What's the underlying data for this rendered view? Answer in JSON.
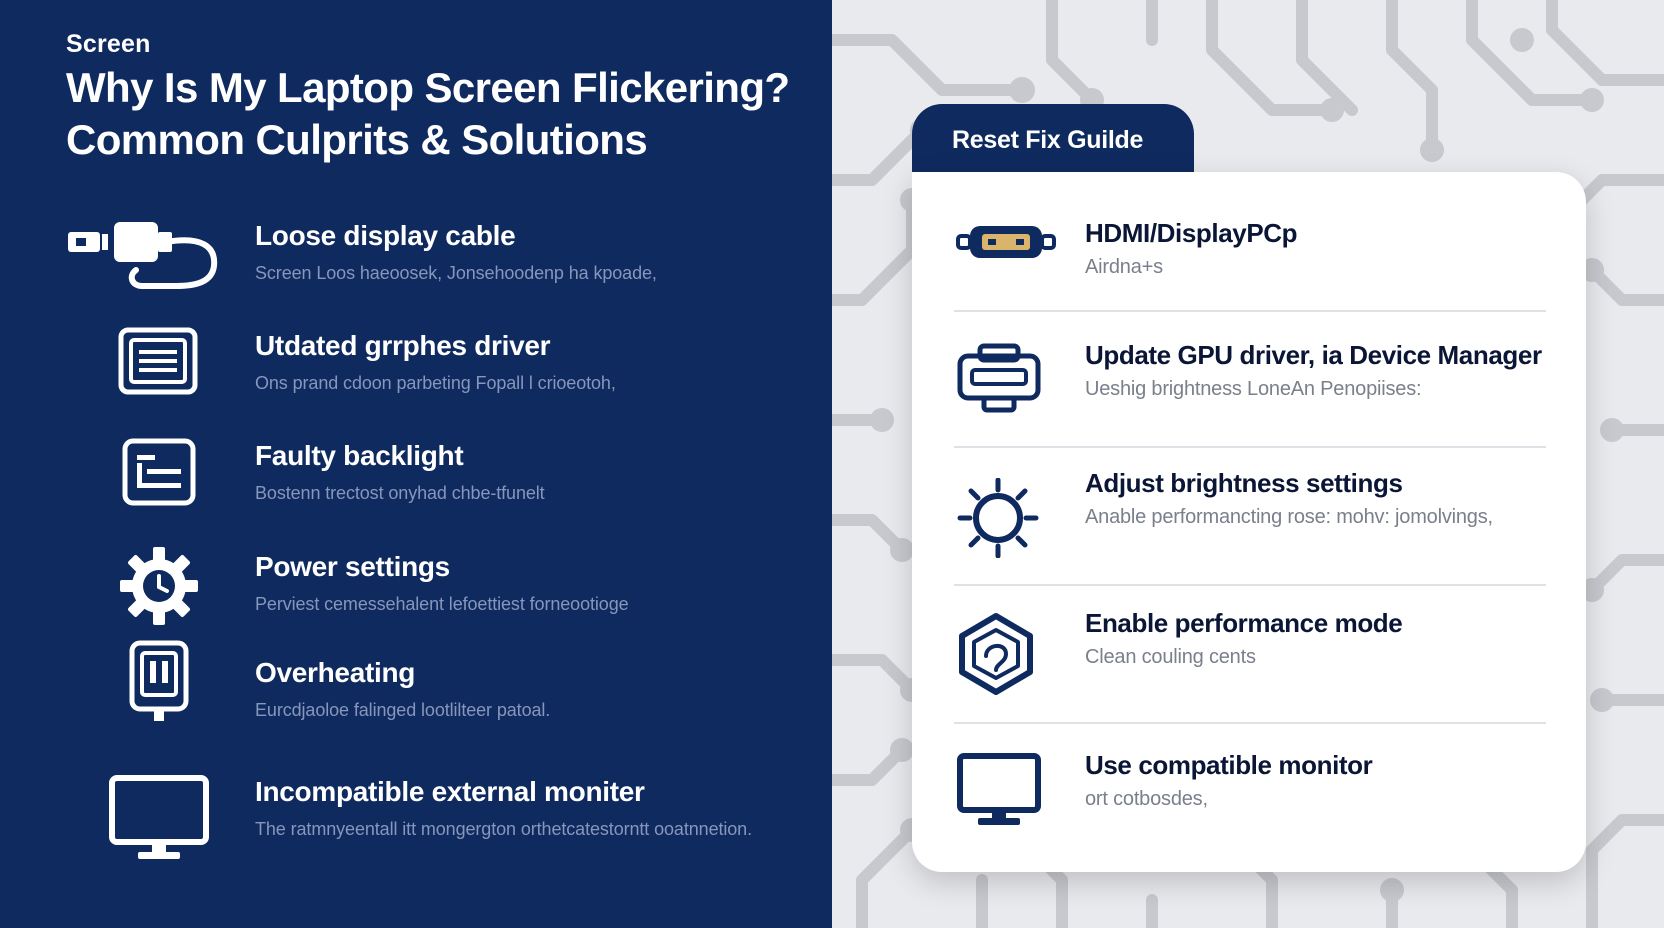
{
  "header": {
    "eyebrow": "Screen",
    "title_line1": "Why Is My Laptop Screen Flickering?",
    "title_line2": "Common Culprits & Solutions"
  },
  "culprits": [
    {
      "title": "Loose display cable",
      "desc": "Screen Loos haeoosek, Jonsehoodenp ha kpoade,",
      "icon": "cable-icon"
    },
    {
      "title": "Utdated grrphes driver",
      "desc": "Ons prand cdoon parbeting Fopall l crioeotoh,",
      "icon": "driver-icon"
    },
    {
      "title": "Faulty backlight",
      "desc": "Bostenn trectost onyhad chbe-tfunelt",
      "icon": "backlight-icon"
    },
    {
      "title": "Power settings",
      "desc": "Perviest cemessehalent lefoettiest forneootioge",
      "icon": "power-gear-icon"
    },
    {
      "title": "Overheating",
      "desc": "Eurcdjaoloe falinged lootlilteer patoal.",
      "icon": "overheat-icon"
    },
    {
      "title": "Incompatible external moniter",
      "desc": "The ratmnyeentall itt mongergton orthetcatestorntt ooatnnetion.",
      "icon": "monitor-icon"
    }
  ],
  "guide": {
    "tab_label": "Reset Fix Guilde",
    "fixes": [
      {
        "title": "HDMI/DisplayPCp",
        "desc": "Airdna+s",
        "icon": "hdmi-icon"
      },
      {
        "title": "Update GPU driver, ia Device Manager",
        "desc": "Ueshig brightness LoneAn Penopiises:",
        "icon": "gpu-icon"
      },
      {
        "title": "Adjust brightness settings",
        "desc": "Anable performancting rose: mohv: jomolvings,",
        "icon": "brightness-icon"
      },
      {
        "title": "Enable performance mode",
        "desc": "Clean couling cents",
        "icon": "shield-icon"
      },
      {
        "title": "Use compatible monitor",
        "desc": "ort cotbosdes,",
        "icon": "monitor-icon"
      }
    ]
  },
  "colors": {
    "navy": "#0f2a5f",
    "card": "#ffffff",
    "circuit_bg": "#e9eaee",
    "circuit_line": "#c7c9cf"
  }
}
